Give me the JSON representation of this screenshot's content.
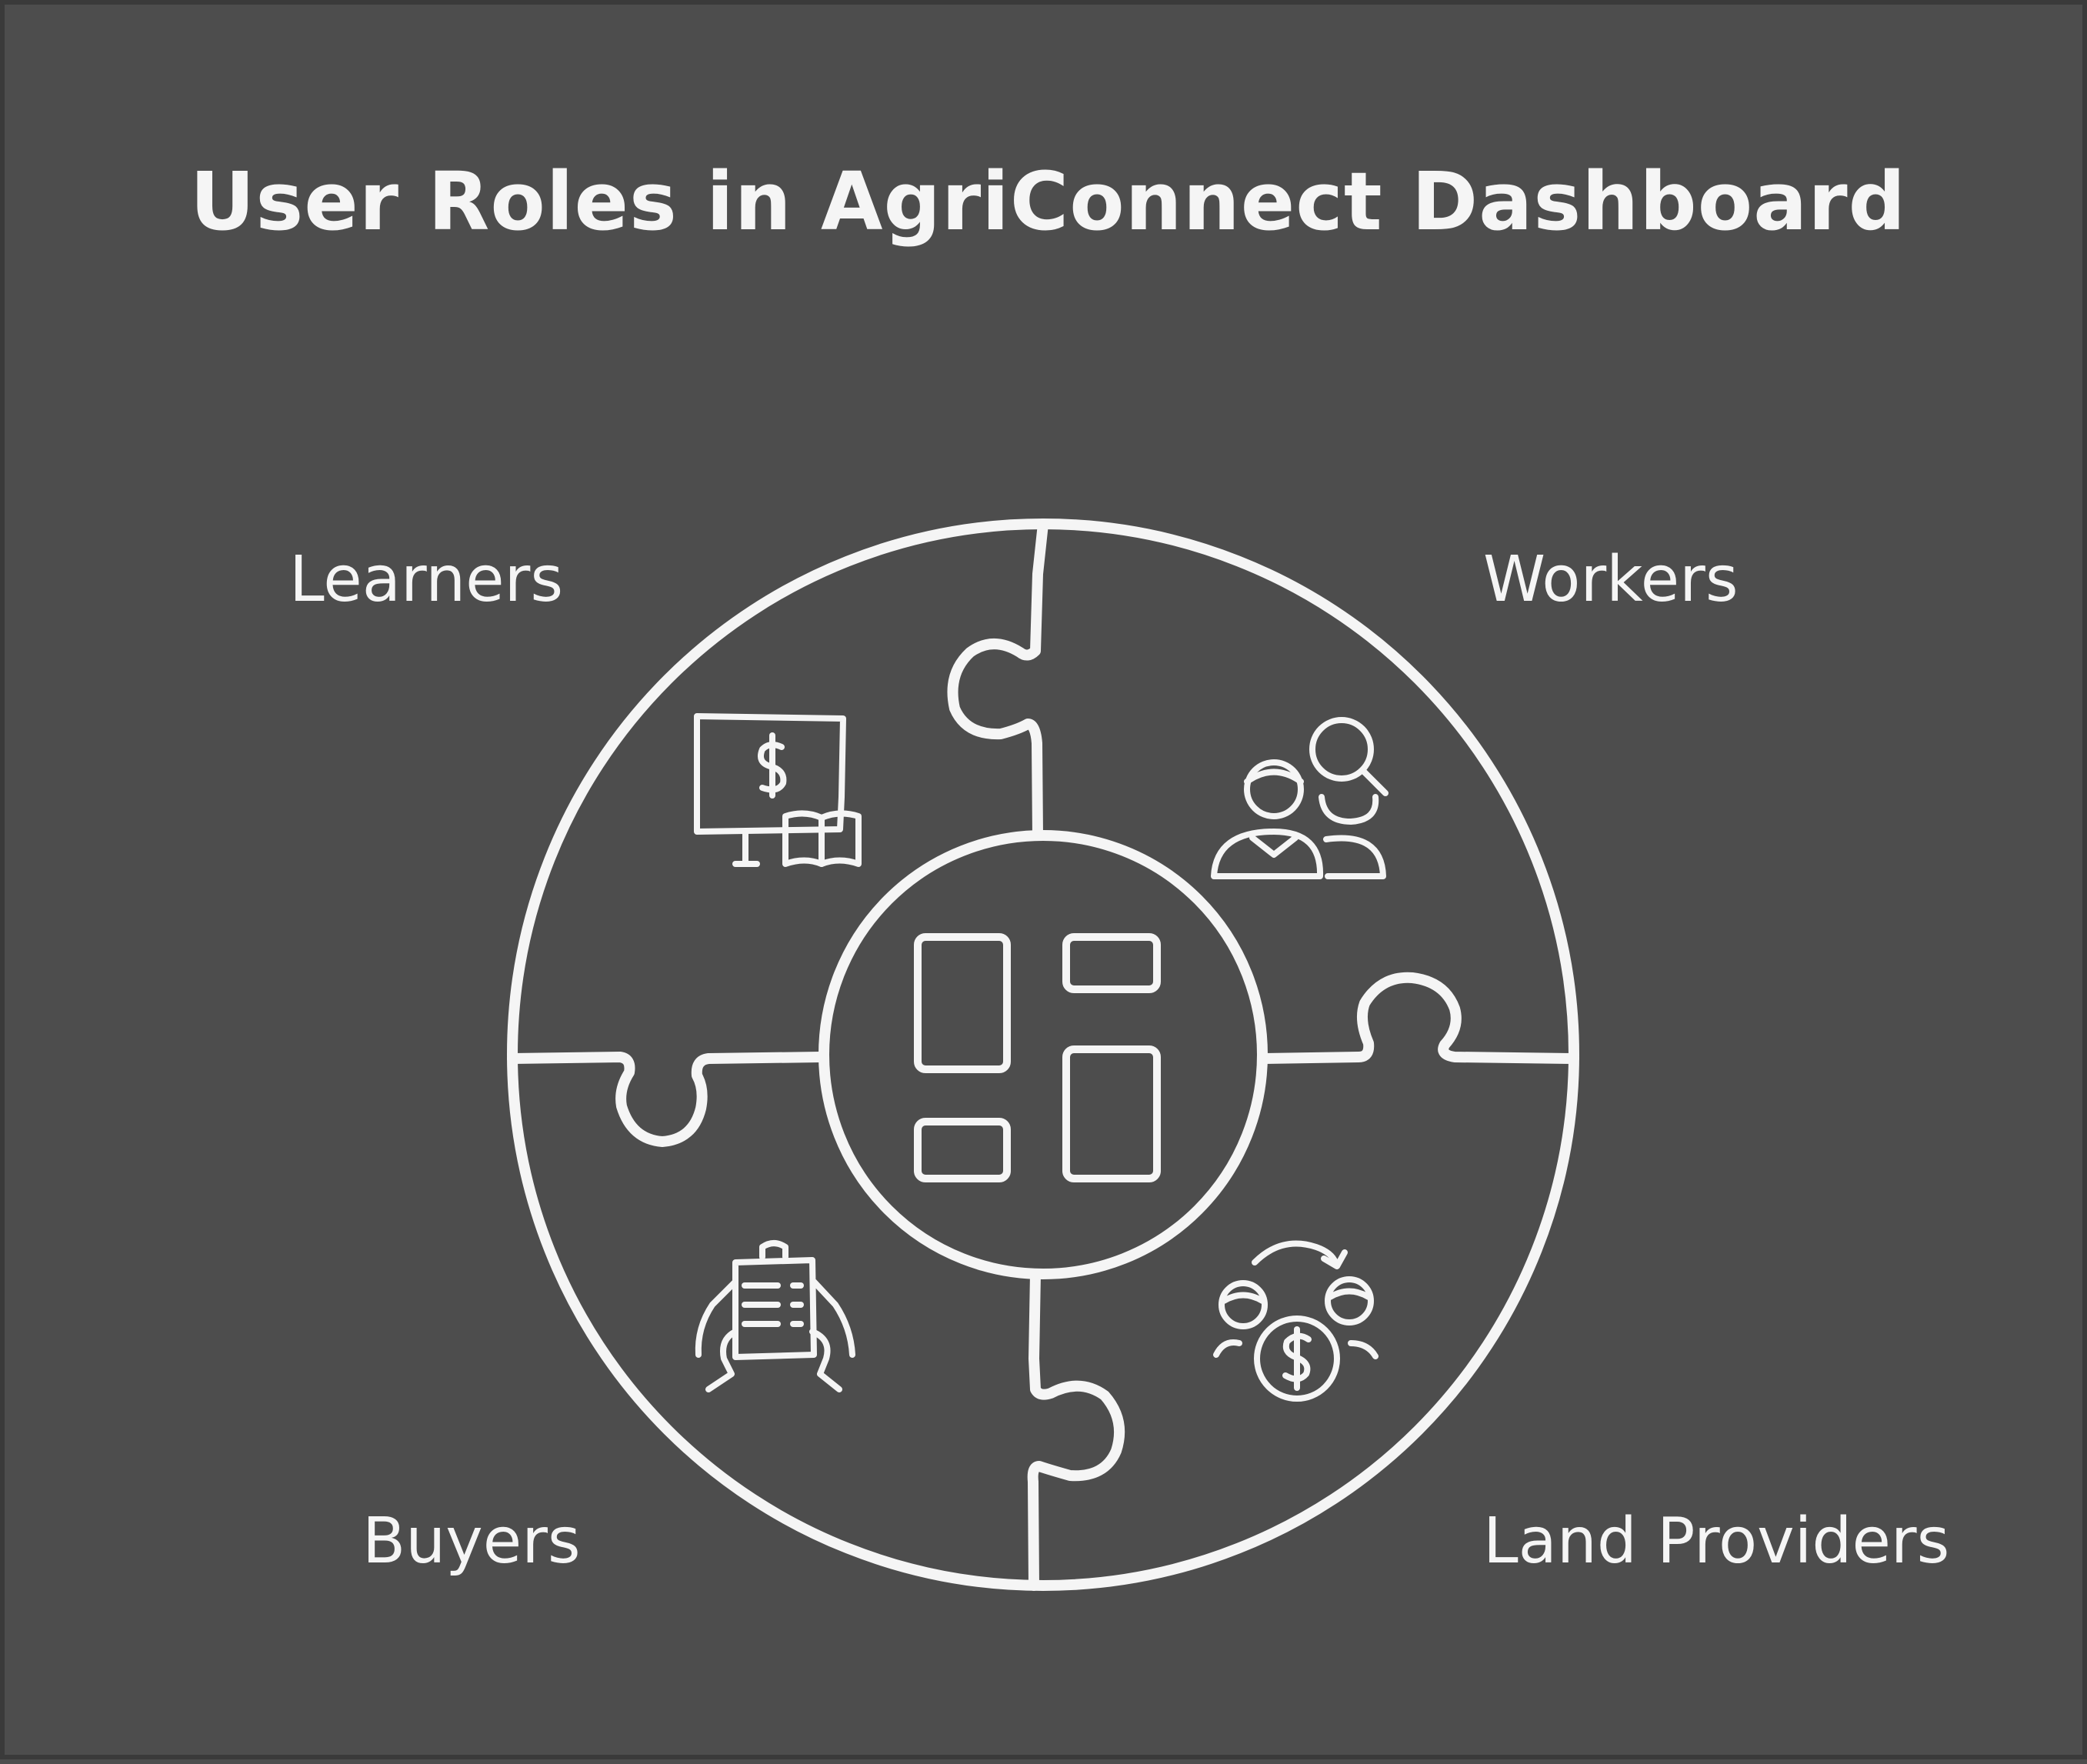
{
  "title": "User Roles in AgriConnect Dashboard",
  "roles": [
    {
      "id": "learners",
      "label": "Learners",
      "icon": "monitor-dollar-book-icon"
    },
    {
      "id": "workers",
      "label": "Workers",
      "icon": "people-search-icon"
    },
    {
      "id": "buyers",
      "label": "Buyers",
      "icon": "hands-clipboard-icon"
    },
    {
      "id": "land_providers",
      "label": "Land Providers",
      "icon": "people-exchange-dollar-icon"
    }
  ],
  "center": {
    "icon": "dashboard-layout-icon"
  },
  "colors": {
    "background": "#4d4d4d",
    "stroke": "#f5f5f5",
    "text": "#f5f5f5"
  }
}
